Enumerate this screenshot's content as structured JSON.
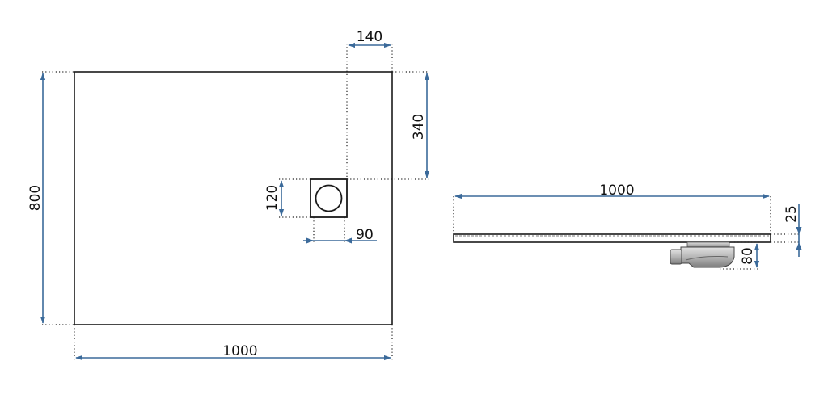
{
  "top_view": {
    "dimensions": {
      "width": "1000",
      "depth": "800",
      "drain_offset_x": "140",
      "drain_offset_y": "340",
      "drain_height": "120",
      "drain_width": "90"
    }
  },
  "side_view": {
    "dimensions": {
      "length": "1000",
      "thickness": "25",
      "drain_depth": "80"
    }
  },
  "colors": {
    "outline": "#1a1a1a",
    "dimension_line": "#3b6a9a",
    "extension_line": "#222222",
    "drain_body": "#9a9a9a"
  }
}
